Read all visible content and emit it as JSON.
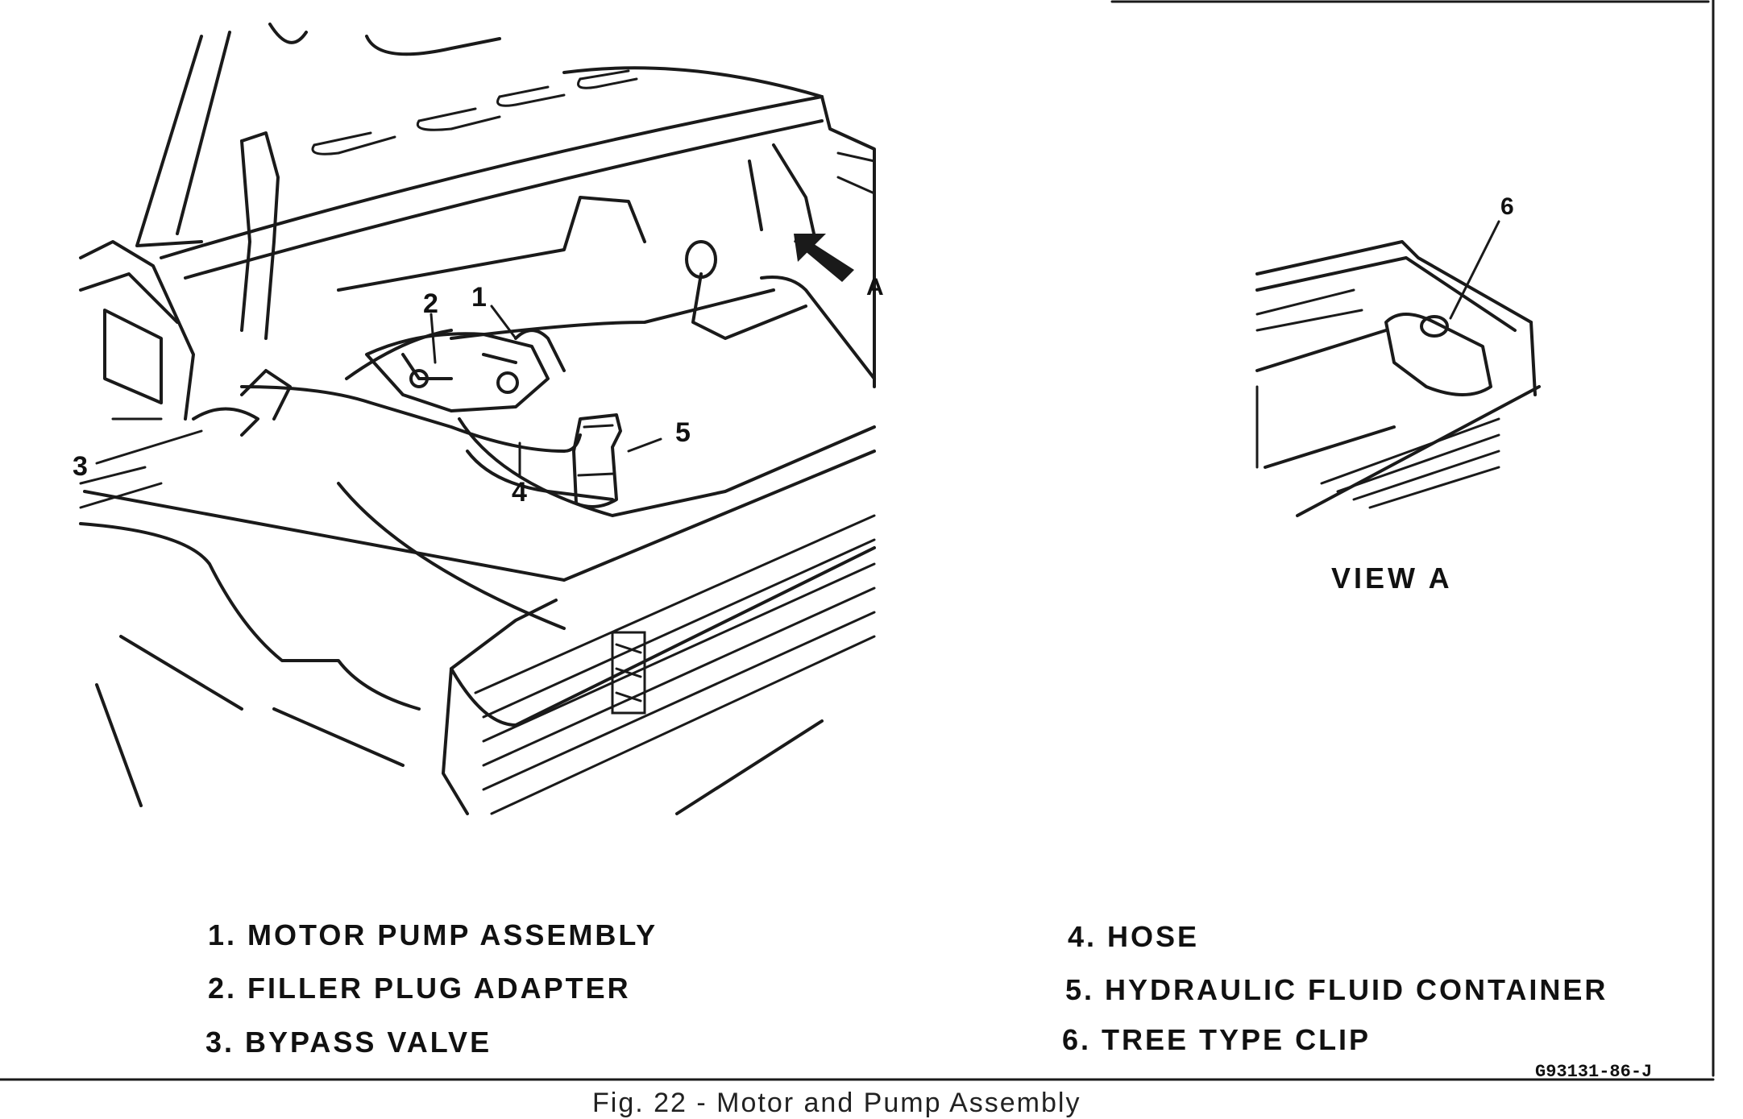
{
  "view_label": "VIEW A",
  "arrow_label": "A",
  "callouts": {
    "c1": "1",
    "c2": "2",
    "c3": "3",
    "c4": "4",
    "c5": "5",
    "c6": "6"
  },
  "legend": {
    "left": [
      "1. MOTOR PUMP ASSEMBLY",
      "2. FILLER PLUG ADAPTER",
      "3. BYPASS VALVE"
    ],
    "right": [
      "4. HOSE",
      "5. HYDRAULIC FLUID CONTAINER",
      "6. TREE TYPE CLIP"
    ]
  },
  "figure_code": "G93131-86-J",
  "caption": "Fig. 22 - Motor and Pump Assembly"
}
